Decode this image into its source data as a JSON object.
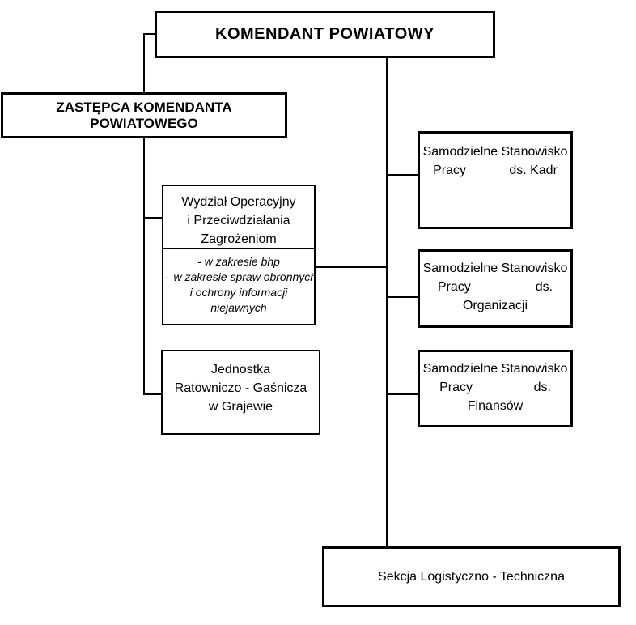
{
  "boxes": {
    "komendant": {
      "label": "KOMENDANT POWIATOWY"
    },
    "zastepca": {
      "label": "ZASTĘPCA KOMENDANTA POWIATOWEGO"
    },
    "wydzial": {
      "line1": "Wydział Operacyjny",
      "line2": "i Przeciwdziałania",
      "line3": "Zagrożeniom",
      "note1": "- w zakresie bhp",
      "note2": "-  w zakresie spraw obronnych",
      "note3": "i ochrony informacji",
      "note4": "niejawnych"
    },
    "jednostka": {
      "line1": "Jednostka",
      "line2": "Ratowniczo - Gaśnicza",
      "line3": "w Grajewie"
    },
    "kadry": {
      "line1": "Samodzielne Stanowisko",
      "line2": "Pracy            ds. Kadr"
    },
    "organizacja": {
      "line1": "Samodzielne Stanowisko",
      "line2": "Pracy                  ds.",
      "line3": "Organizacji"
    },
    "finanse": {
      "line1": "Samodzielne Stanowisko",
      "line2": "Pracy                 ds.",
      "line3": "Finansów"
    },
    "sekcja": {
      "label": "Sekcja Logistyczno - Techniczna"
    }
  },
  "colors": {
    "background": "#ffffff",
    "line": "#000000",
    "text": "#000000"
  }
}
